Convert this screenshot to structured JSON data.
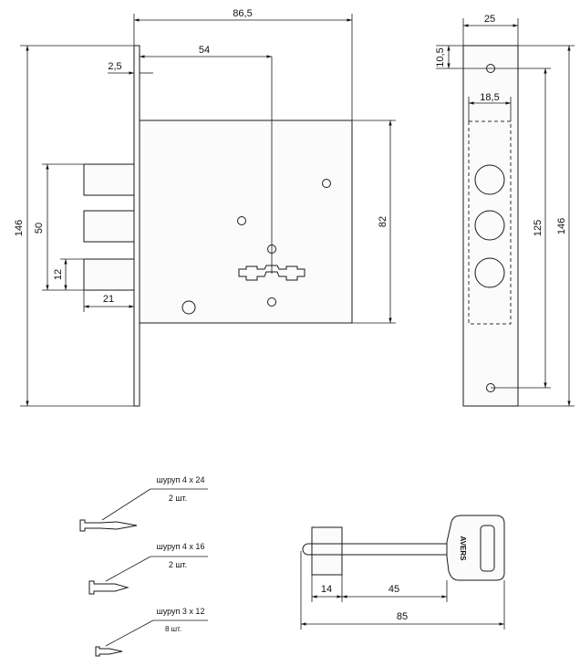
{
  "dimensions": {
    "total_width": "86,5",
    "faceplate_thickness": "2,5",
    "backset": "54",
    "bolt_spacing": "50",
    "bolt_height": "12",
    "bolt_projection": "21",
    "height_left": "146",
    "body_height": "82",
    "faceplate_width": "25",
    "top_offset": "10,5",
    "bolt_window_width": "18,5",
    "hole_spacing": "125",
    "height_right": "146"
  },
  "screws": [
    {
      "label": "шуруп 4 х 24",
      "qty": "2 шт."
    },
    {
      "label": "шуруп 4 х 16",
      "qty": "2 шт."
    },
    {
      "label": "шуруп 3 х 12",
      "qty": "8 шт."
    }
  ],
  "key": {
    "brand": "AVERS",
    "dim_collar": "14",
    "dim_shaft": "45",
    "dim_total": "85"
  }
}
